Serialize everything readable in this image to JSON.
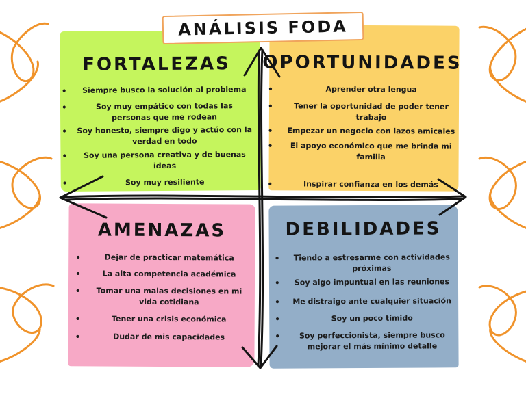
{
  "title": "ANÁLISIS FODA",
  "colors": {
    "fortalezas": "#c5f55d",
    "oportunidades": "#fbd268",
    "amenazas": "#f7a9c6",
    "debilidades": "#93aec8",
    "decoration": "#f0932b",
    "title_border": "#f0a45c",
    "arrows": "#141414"
  },
  "fortalezas": {
    "title": "FORTALEZAS",
    "items": [
      "Siempre busco la solución al problema",
      "Soy muy empático con todas las personas que me rodean",
      "Soy honesto, siempre digo y actúo con la verdad en todo",
      "Soy una persona creativa y de buenas ideas",
      "Soy muy resiliente"
    ]
  },
  "oportunidades": {
    "title": "OPORTUNIDADES",
    "items": [
      "Aprender otra lengua",
      "Tener la oportunidad de poder tener trabajo",
      "Empezar un negocio con lazos amicales",
      "El apoyo económico que me brinda mi familia",
      "Inspirar confianza en los demás"
    ]
  },
  "amenazas": {
    "title": "AMENAZAS",
    "items": [
      "Dejar de practicar matemática",
      "La alta competencia académica",
      "Tomar una malas decisiones en mi vida cotidiana",
      "Tener una crisis económica",
      "Dudar de mis capacidades"
    ]
  },
  "debilidades": {
    "title": "DEBILIDADES",
    "items": [
      "Tiendo a estresarme con actividades próximas",
      "Soy algo impuntual en las reuniones",
      "Me distraigo ante cualquier situación",
      "Soy un poco tímido",
      "Soy perfeccionista, siempre busco mejorar el más mínimo detalle"
    ]
  }
}
